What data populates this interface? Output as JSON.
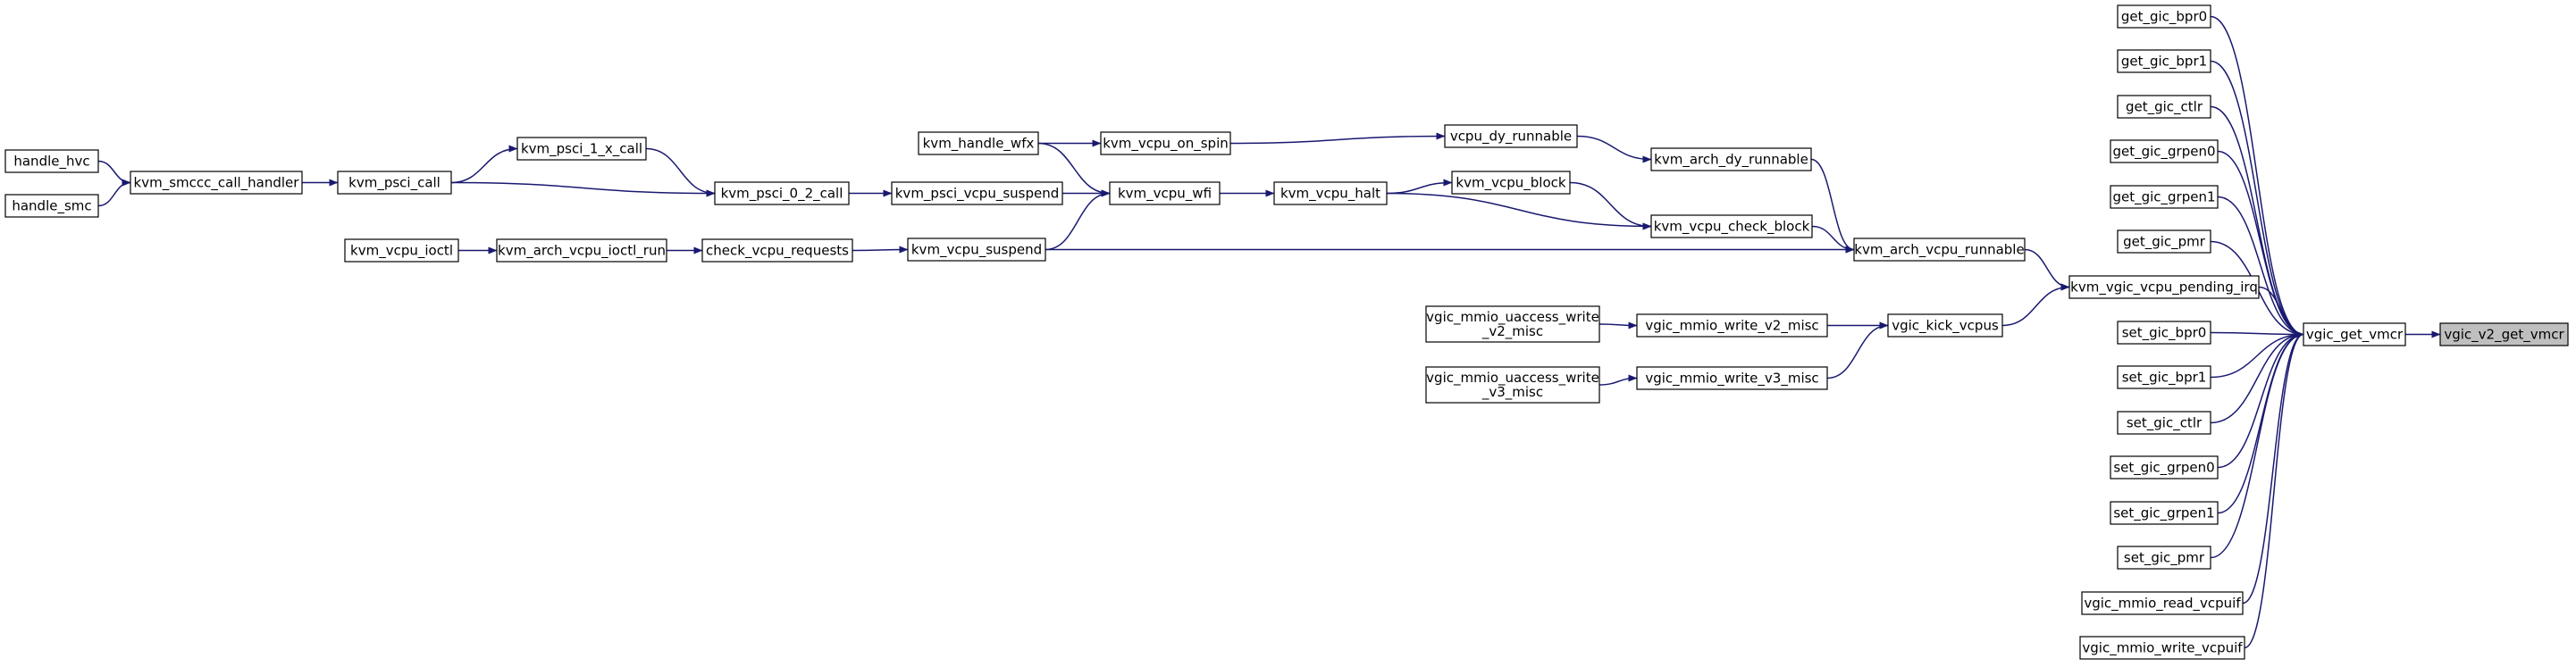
{
  "colors": {
    "edge": "#191970",
    "node_fill": "#ffffff",
    "node_stroke": "#000000",
    "focus_fill": "#bfbfbf",
    "text": "#000000"
  },
  "nodes": [
    {
      "id": "vgic_v2_get_vmcr",
      "label": "vgic_v2_get_vmcr",
      "focus": true
    },
    {
      "id": "vgic_get_vmcr",
      "label": "vgic_get_vmcr"
    },
    {
      "id": "get_gic_bpr0",
      "label": "get_gic_bpr0"
    },
    {
      "id": "get_gic_bpr1",
      "label": "get_gic_bpr1"
    },
    {
      "id": "get_gic_ctlr",
      "label": "get_gic_ctlr"
    },
    {
      "id": "get_gic_grpen0",
      "label": "get_gic_grpen0"
    },
    {
      "id": "get_gic_grpen1",
      "label": "get_gic_grpen1"
    },
    {
      "id": "get_gic_pmr",
      "label": "get_gic_pmr"
    },
    {
      "id": "kvm_vgic_vcpu_pending_irq",
      "label": "kvm_vgic_vcpu_pending_irq"
    },
    {
      "id": "set_gic_bpr0",
      "label": "set_gic_bpr0"
    },
    {
      "id": "set_gic_bpr1",
      "label": "set_gic_bpr1"
    },
    {
      "id": "set_gic_ctlr",
      "label": "set_gic_ctlr"
    },
    {
      "id": "set_gic_grpen0",
      "label": "set_gic_grpen0"
    },
    {
      "id": "set_gic_grpen1",
      "label": "set_gic_grpen1"
    },
    {
      "id": "set_gic_pmr",
      "label": "set_gic_pmr"
    },
    {
      "id": "vgic_mmio_read_vcpuif",
      "label": "vgic_mmio_read_vcpuif"
    },
    {
      "id": "vgic_mmio_write_vcpuif",
      "label": "vgic_mmio_write_vcpuif"
    },
    {
      "id": "kvm_arch_vcpu_runnable",
      "label": "kvm_arch_vcpu_runnable"
    },
    {
      "id": "vgic_kick_vcpus",
      "label": "vgic_kick_vcpus"
    },
    {
      "id": "kvm_arch_dy_runnable",
      "label": "kvm_arch_dy_runnable"
    },
    {
      "id": "kvm_vcpu_check_block",
      "label": "kvm_vcpu_check_block"
    },
    {
      "id": "kvm_vcpu_suspend",
      "label": "kvm_vcpu_suspend"
    },
    {
      "id": "vgic_mmio_write_v2_misc",
      "label": "vgic_mmio_write_v2_misc"
    },
    {
      "id": "vgic_mmio_write_v3_misc",
      "label": "vgic_mmio_write_v3_misc"
    },
    {
      "id": "vcpu_dy_runnable",
      "label": "vcpu_dy_runnable"
    },
    {
      "id": "kvm_vcpu_block",
      "label": "kvm_vcpu_block"
    },
    {
      "id": "kvm_vcpu_halt",
      "label": "kvm_vcpu_halt"
    },
    {
      "id": "kvm_vcpu_wfi",
      "label": "kvm_vcpu_wfi"
    },
    {
      "id": "check_vcpu_requests",
      "label": "check_vcpu_requests"
    },
    {
      "id": "vgic_mmio_uaccess_write_v2_misc",
      "label": "vgic_mmio_uaccess_write\n_v2_misc"
    },
    {
      "id": "vgic_mmio_uaccess_write_v3_misc",
      "label": "vgic_mmio_uaccess_write\n_v3_misc"
    },
    {
      "id": "kvm_vcpu_on_spin",
      "label": "kvm_vcpu_on_spin"
    },
    {
      "id": "kvm_handle_wfx",
      "label": "kvm_handle_wfx"
    },
    {
      "id": "kvm_psci_vcpu_suspend",
      "label": "kvm_psci_vcpu_suspend"
    },
    {
      "id": "kvm_arch_vcpu_ioctl_run",
      "label": "kvm_arch_vcpu_ioctl_run"
    },
    {
      "id": "kvm_vcpu_ioctl",
      "label": "kvm_vcpu_ioctl"
    },
    {
      "id": "kvm_psci_0_2_call",
      "label": "kvm_psci_0_2_call"
    },
    {
      "id": "kvm_psci_1_x_call",
      "label": "kvm_psci_1_x_call"
    },
    {
      "id": "kvm_psci_call",
      "label": "kvm_psci_call"
    },
    {
      "id": "kvm_smccc_call_handler",
      "label": "kvm_smccc_call_handler"
    },
    {
      "id": "handle_hvc",
      "label": "handle_hvc"
    },
    {
      "id": "handle_smc",
      "label": "handle_smc"
    }
  ],
  "edges": [
    {
      "from": "vgic_get_vmcr",
      "to": "vgic_v2_get_vmcr"
    },
    {
      "from": "get_gic_bpr0",
      "to": "vgic_get_vmcr"
    },
    {
      "from": "get_gic_bpr1",
      "to": "vgic_get_vmcr"
    },
    {
      "from": "get_gic_ctlr",
      "to": "vgic_get_vmcr"
    },
    {
      "from": "get_gic_grpen0",
      "to": "vgic_get_vmcr"
    },
    {
      "from": "get_gic_grpen1",
      "to": "vgic_get_vmcr"
    },
    {
      "from": "get_gic_pmr",
      "to": "vgic_get_vmcr"
    },
    {
      "from": "kvm_vgic_vcpu_pending_irq",
      "to": "vgic_get_vmcr"
    },
    {
      "from": "set_gic_bpr0",
      "to": "vgic_get_vmcr"
    },
    {
      "from": "set_gic_bpr1",
      "to": "vgic_get_vmcr"
    },
    {
      "from": "set_gic_ctlr",
      "to": "vgic_get_vmcr"
    },
    {
      "from": "set_gic_grpen0",
      "to": "vgic_get_vmcr"
    },
    {
      "from": "set_gic_grpen1",
      "to": "vgic_get_vmcr"
    },
    {
      "from": "set_gic_pmr",
      "to": "vgic_get_vmcr"
    },
    {
      "from": "vgic_mmio_read_vcpuif",
      "to": "vgic_get_vmcr"
    },
    {
      "from": "vgic_mmio_write_vcpuif",
      "to": "vgic_get_vmcr"
    },
    {
      "from": "kvm_arch_vcpu_runnable",
      "to": "kvm_vgic_vcpu_pending_irq"
    },
    {
      "from": "vgic_kick_vcpus",
      "to": "kvm_vgic_vcpu_pending_irq"
    },
    {
      "from": "kvm_arch_dy_runnable",
      "to": "kvm_arch_vcpu_runnable"
    },
    {
      "from": "kvm_vcpu_check_block",
      "to": "kvm_arch_vcpu_runnable"
    },
    {
      "from": "kvm_vcpu_suspend",
      "to": "kvm_arch_vcpu_runnable"
    },
    {
      "from": "vgic_mmio_write_v2_misc",
      "to": "vgic_kick_vcpus"
    },
    {
      "from": "vgic_mmio_write_v3_misc",
      "to": "vgic_kick_vcpus"
    },
    {
      "from": "vcpu_dy_runnable",
      "to": "kvm_arch_dy_runnable"
    },
    {
      "from": "kvm_vcpu_block",
      "to": "kvm_vcpu_check_block"
    },
    {
      "from": "kvm_vcpu_halt",
      "to": "kvm_vcpu_check_block"
    },
    {
      "from": "check_vcpu_requests",
      "to": "kvm_vcpu_suspend"
    },
    {
      "from": "vgic_mmio_uaccess_write_v2_misc",
      "to": "vgic_mmio_write_v2_misc"
    },
    {
      "from": "vgic_mmio_uaccess_write_v3_misc",
      "to": "vgic_mmio_write_v3_misc"
    },
    {
      "from": "kvm_vcpu_on_spin",
      "to": "vcpu_dy_runnable"
    },
    {
      "from": "kvm_vcpu_halt",
      "to": "kvm_vcpu_block"
    },
    {
      "from": "kvm_vcpu_wfi",
      "to": "kvm_vcpu_halt"
    },
    {
      "from": "kvm_arch_vcpu_ioctl_run",
      "to": "check_vcpu_requests"
    },
    {
      "from": "kvm_handle_wfx",
      "to": "kvm_vcpu_on_spin"
    },
    {
      "from": "kvm_handle_wfx",
      "to": "kvm_vcpu_wfi"
    },
    {
      "from": "kvm_psci_vcpu_suspend",
      "to": "kvm_vcpu_wfi"
    },
    {
      "from": "kvm_vcpu_suspend",
      "to": "kvm_vcpu_wfi"
    },
    {
      "from": "kvm_vcpu_ioctl",
      "to": "kvm_arch_vcpu_ioctl_run"
    },
    {
      "from": "kvm_psci_0_2_call",
      "to": "kvm_psci_vcpu_suspend"
    },
    {
      "from": "kvm_psci_1_x_call",
      "to": "kvm_psci_0_2_call"
    },
    {
      "from": "kvm_psci_call",
      "to": "kvm_psci_0_2_call"
    },
    {
      "from": "kvm_psci_call",
      "to": "kvm_psci_1_x_call"
    },
    {
      "from": "kvm_smccc_call_handler",
      "to": "kvm_psci_call"
    },
    {
      "from": "handle_hvc",
      "to": "kvm_smccc_call_handler"
    },
    {
      "from": "handle_smc",
      "to": "kvm_smccc_call_handler"
    }
  ]
}
